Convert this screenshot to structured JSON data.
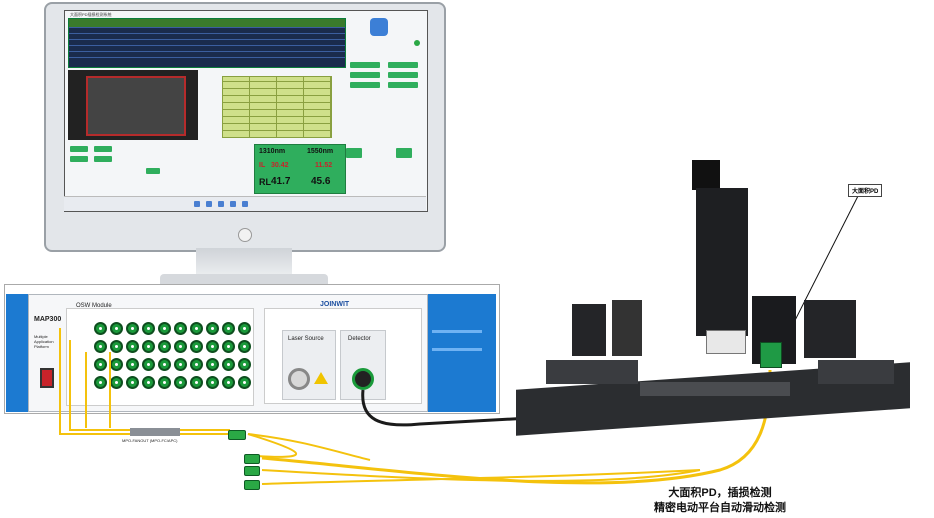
{
  "monitor": {
    "screen": {
      "app_title": "大面积PD插损检测系统",
      "measure_values": [
        {
          "label": "1310nm",
          "value": "1550nm"
        },
        {
          "label": "IL",
          "a": "30.42",
          "b": "11.52"
        },
        {
          "label": "RL",
          "a": "41.7",
          "b": "45.6"
        }
      ]
    }
  },
  "instrument": {
    "module_label": "OSW Module",
    "model": "MAP300",
    "side_label": "Multiple Application Platform",
    "brand": "JOINWIT",
    "laser_source_label": "Laser Source",
    "detector_label": "Detector"
  },
  "fibers": {
    "cable_label": "MPO-FANOUT (MPO-FC/APC)"
  },
  "stage": {
    "pd_callout": "大面积PD"
  },
  "caption": {
    "line1": "大面积PD，插损检测",
    "line2": "精密电动平台自动滑动检测"
  },
  "colors": {
    "frame_blue": "#1c7ad1",
    "fiber_yellow": "#f4c20d",
    "port_green": "#1a9a3a"
  }
}
